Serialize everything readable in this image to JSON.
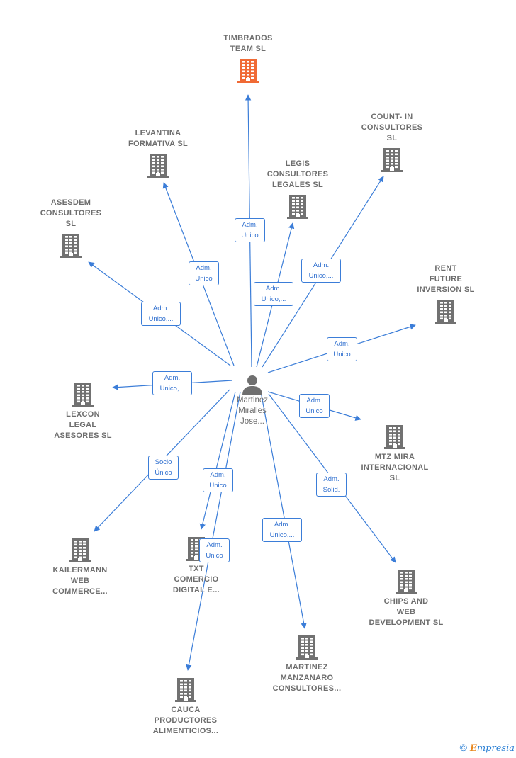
{
  "colors": {
    "edge": "#3b7dd8",
    "building": "#717171",
    "building_highlight": "#f06a35",
    "person": "#6f6f6f"
  },
  "center": {
    "name": "Martinez\nMiralles\nJose...",
    "icon": "person-icon"
  },
  "companies": [
    {
      "name": "TIMBRADOS\nTEAM SL",
      "icon": "building-icon",
      "highlight": true
    },
    {
      "name": "LEVANTINA\nFORMATIVA SL",
      "icon": "building-icon"
    },
    {
      "name": "COUNT- IN\nCONSULTORES\nSL",
      "icon": "building-icon"
    },
    {
      "name": "LEGIS\nCONSULTORES\nLEGALES SL",
      "icon": "building-icon"
    },
    {
      "name": "ASESDEM\nCONSULTORES\nSL",
      "icon": "building-icon"
    },
    {
      "name": "RENT\nFUTURE\nINVERSION SL",
      "icon": "building-icon"
    },
    {
      "name": "LEXCON\nLEGAL\nASESORES SL",
      "icon": "building-icon"
    },
    {
      "name": "MTZ MIRA\nINTERNACIONAL\nSL",
      "icon": "building-icon"
    },
    {
      "name": "KAILERMANN\nWEB\nCOMMERCE...",
      "icon": "building-icon"
    },
    {
      "name": "TXT\nCOMERCIO\nDIGITAL E...",
      "icon": "building-icon"
    },
    {
      "name": "CHIPS AND\nWEB\nDEVELOPMENT SL",
      "icon": "building-icon"
    },
    {
      "name": "CAUCA\nPRODUCTORES\nALIMENTICIOS...",
      "icon": "building-icon"
    },
    {
      "name": "MARTINEZ\nMANZANARO\nCONSULTORES...",
      "icon": "building-icon"
    }
  ],
  "relations": [
    {
      "to": 0,
      "label": "Adm.\nUnico"
    },
    {
      "to": 1,
      "label": "Adm.\nUnico"
    },
    {
      "to": 2,
      "label": "Adm.\nUnico,..."
    },
    {
      "to": 3,
      "label": "Adm.\nUnico,..."
    },
    {
      "to": 4,
      "label": "Adm.\nUnico,..."
    },
    {
      "to": 5,
      "label": "Adm.\nUnico"
    },
    {
      "to": 6,
      "label": "Adm.\nUnico,..."
    },
    {
      "to": 7,
      "label": "Adm.\nUnico"
    },
    {
      "to": 8,
      "label": "Socio\nÚnico"
    },
    {
      "to": 9,
      "label": "Adm.\nUnico"
    },
    {
      "to": 10,
      "label": "Adm.\nSolid."
    },
    {
      "to": 11,
      "label": "Adm.\nUnico"
    },
    {
      "to": 12,
      "label": "Adm.\nUnico,..."
    }
  ],
  "brand": {
    "copyright": "©",
    "name_initial": "E",
    "name_rest": "mpresia"
  }
}
